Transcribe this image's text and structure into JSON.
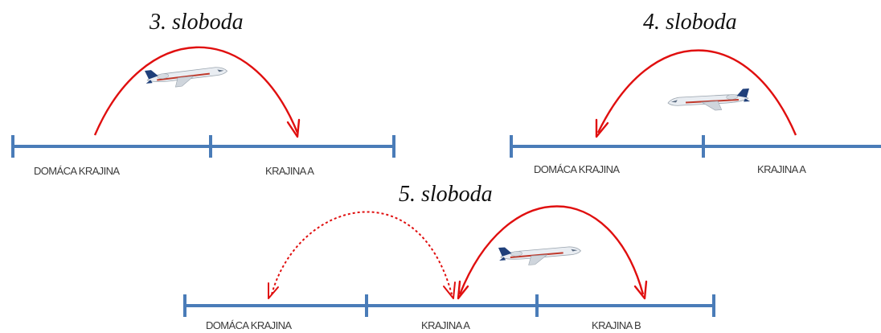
{
  "colors": {
    "axis": "#4a7cb8",
    "arrow": "#e00f0f",
    "plane_body": "#e9edf2",
    "plane_stripe": "#c0392b",
    "plane_tail": "#1f3f7a"
  },
  "icons": {
    "plane": "airplane-icon",
    "arrowhead": "arrowhead-icon"
  },
  "panel3": {
    "title": "3. sloboda",
    "labels": [
      "DOMÁCA KRAJINA",
      "KRAJINA A"
    ]
  },
  "panel4": {
    "title": "4. sloboda",
    "labels": [
      "DOMÁCA KRAJINA",
      "KRAJINA A"
    ]
  },
  "panel5": {
    "title": "5. sloboda",
    "labels": [
      "DOMÁCA KRAJINA",
      "KRAJINA A",
      "KRAJINA B"
    ]
  }
}
